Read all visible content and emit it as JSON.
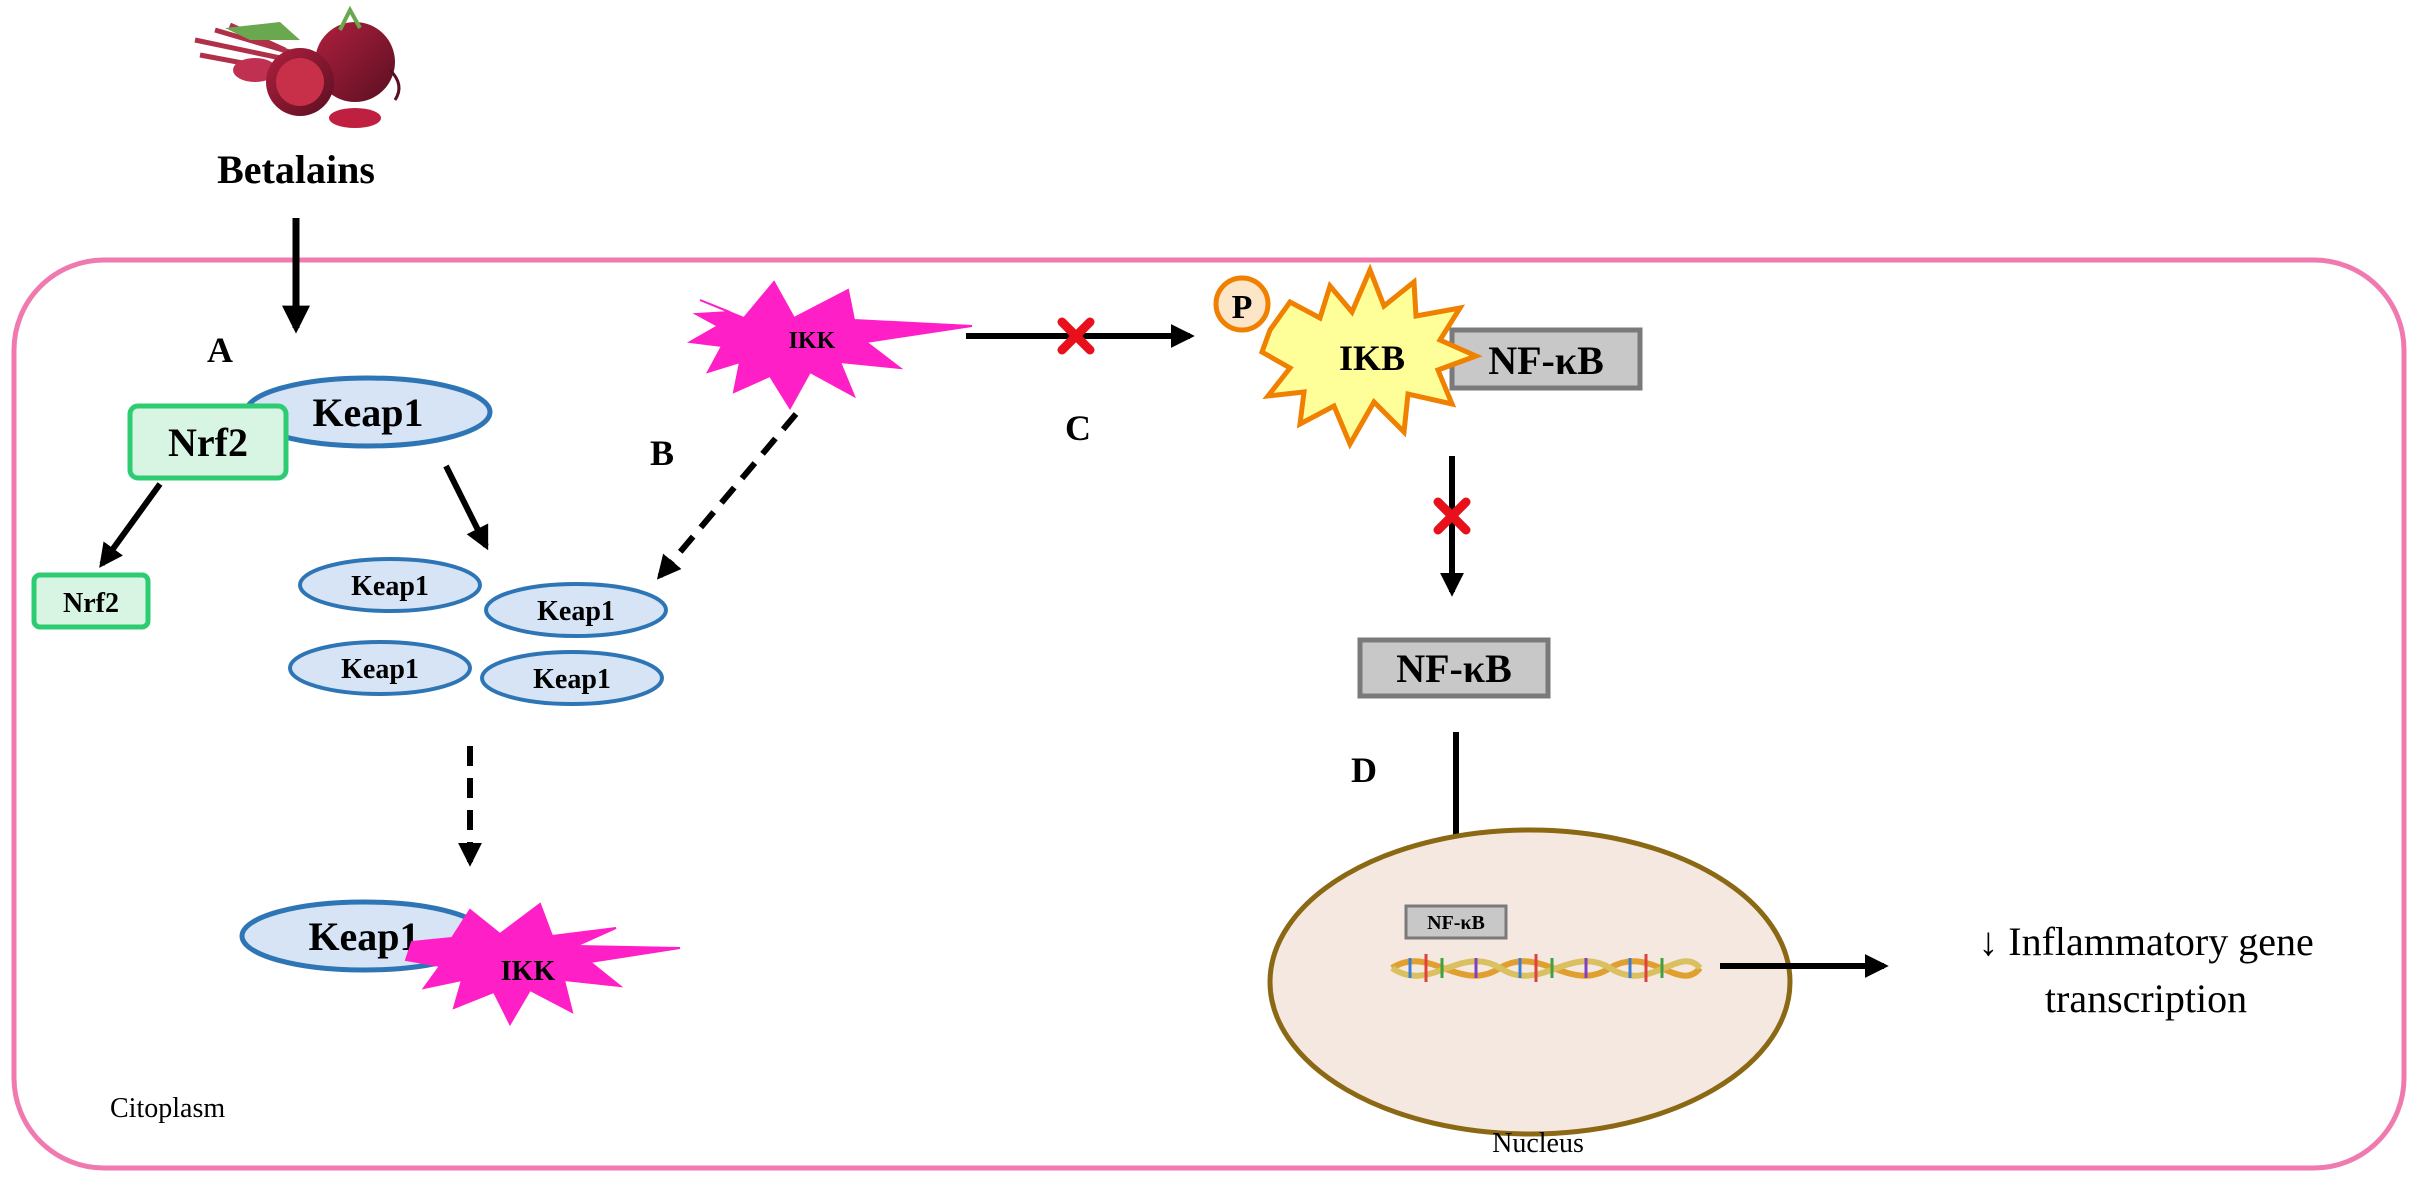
{
  "labels": {
    "betalains": "Betalains",
    "panel_a": "A",
    "panel_b": "B",
    "panel_c": "C",
    "panel_d": "D",
    "citoplasm": "Citoplasm",
    "nucleus": "Nucleus"
  },
  "nodes": {
    "keap1": "Keap1",
    "nrf2": "Nrf2",
    "ikk": "IKK",
    "ikb": "IKB",
    "phospho": "P",
    "nfkb": "NF-κB"
  },
  "outcome": {
    "line1": "↓ Inflammatory gene",
    "line2": "transcription"
  },
  "colors": {
    "cell_border": "#f07ab0",
    "keap1_fill": "#d6e4f5",
    "keap1_stroke": "#2e75b6",
    "nrf2_fill": "#d8f5e3",
    "nrf2_stroke": "#2ecc71",
    "ikk_fill": "#ff1fc7",
    "ikb_fill": "#ffff99",
    "ikb_stroke": "#f08000",
    "nfkb_fill": "#c8c8c8",
    "nucleus_fill": "#f5e8e0",
    "nucleus_stroke": "#8b6914",
    "block_mark": "#e8101a",
    "arrow": "#000000"
  }
}
